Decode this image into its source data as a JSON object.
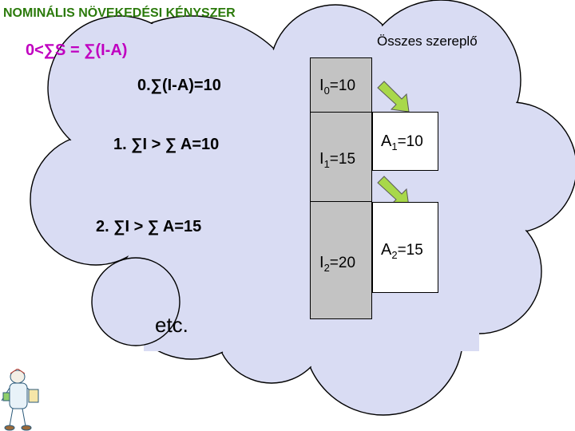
{
  "title": "NOMINÁLIS NÖVEKEDÉSI KÉNYSZER",
  "sum_formula": "0<∑S = ∑(I-A)",
  "actors_label": "Összes szereplő",
  "steps": [
    "0.∑(I-A)=10",
    "1. ∑I > ∑ A=10",
    "2. ∑I > ∑ A=15",
    "etc."
  ],
  "investment": [
    {
      "letter": "I",
      "index": "0",
      "value": "=10"
    },
    {
      "letter": "I",
      "index": "1",
      "value": "=15"
    },
    {
      "letter": "I",
      "index": "2",
      "value": "=20"
    }
  ],
  "accumulation": [
    {
      "letter": "A",
      "index": "1",
      "value": "=10"
    },
    {
      "letter": "A",
      "index": "2",
      "value": "=15"
    }
  ],
  "colors": {
    "title": "#2b7a0b",
    "formula": "#c000c0",
    "cloud_fill": "#d9dcf3",
    "i_box": "#c3c3c3",
    "arrow": "#a8d84a"
  }
}
